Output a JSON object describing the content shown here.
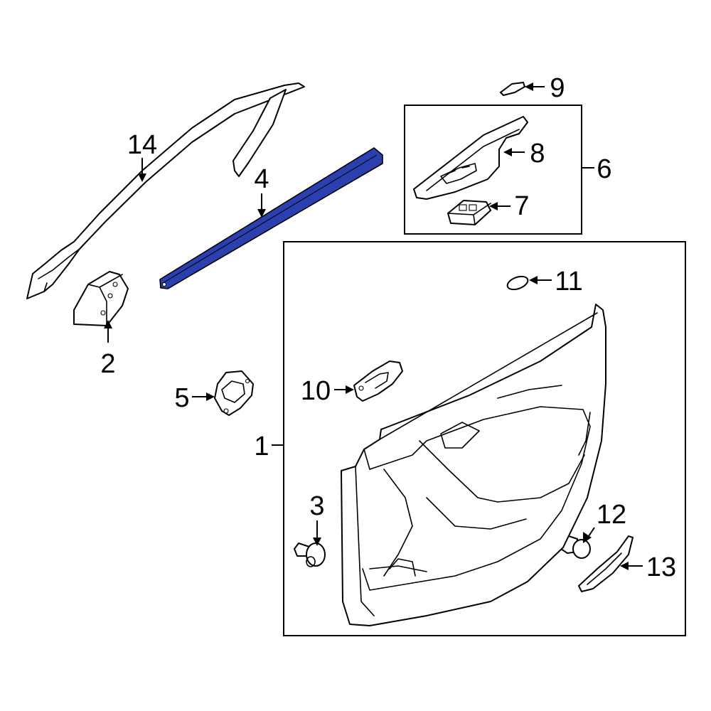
{
  "diagram": {
    "highlight_color": "#2b3fae",
    "highlighted_part": "4",
    "callouts": {
      "c1": "1",
      "c2": "2",
      "c3": "3",
      "c4": "4",
      "c5": "5",
      "c6": "6",
      "c7": "7",
      "c8": "8",
      "c9": "9",
      "c10": "10",
      "c11": "11",
      "c12": "12",
      "c13": "13",
      "c14": "14"
    }
  }
}
